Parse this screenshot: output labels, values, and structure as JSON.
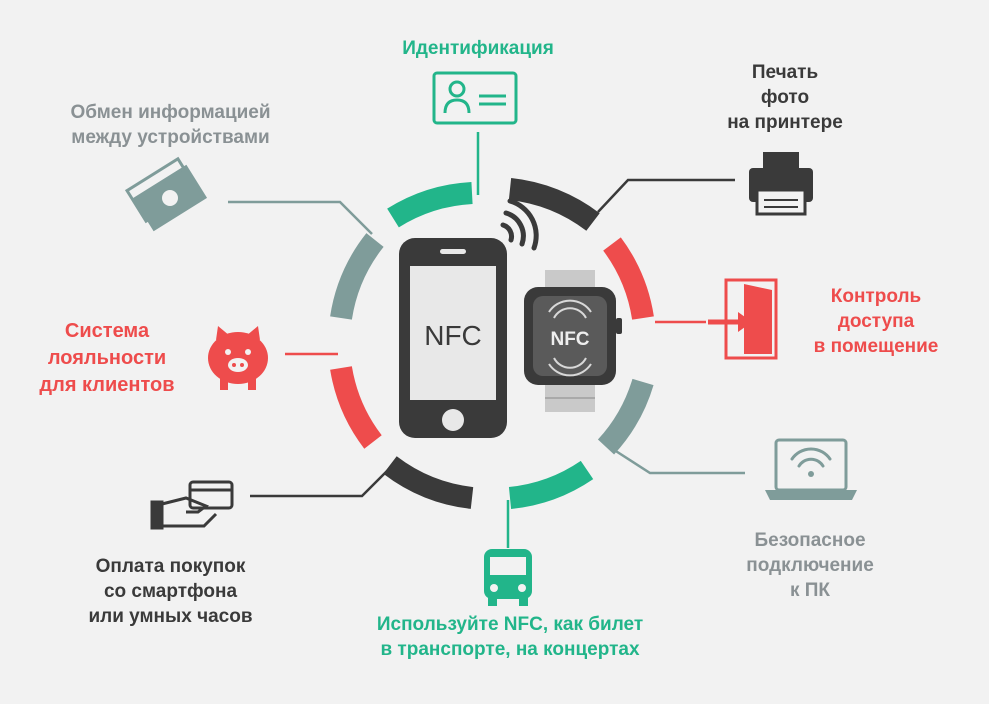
{
  "center": {
    "phone_label": "NFC",
    "watch_label": "NFC"
  },
  "labels": {
    "identification": "Идентификация",
    "photo_print": [
      "Печать",
      "фото",
      "на принтере"
    ],
    "info_exchange": [
      "Обмен информацией",
      "между устройствами"
    ],
    "access_control": [
      "Контроль",
      "доступа",
      "в помещение"
    ],
    "loyalty": [
      "Система",
      "лояльности",
      "для клиентов"
    ],
    "secure_pc": [
      "Безопасное",
      "подключение",
      "к ПК"
    ],
    "payment": [
      "Оплата покупок",
      "со смартфона",
      "или умных часов"
    ],
    "transport": [
      "Используйте NFC, как билет",
      "в транспорте, на концертах"
    ]
  },
  "colors": {
    "green": "#22b58a",
    "dark": "#3a3a3a",
    "red": "#ee4c4c",
    "grey": "#8a9194",
    "teal_grey": "#7f9c9a",
    "background": "#f2f2f2"
  },
  "icons": [
    "id-card-icon",
    "printer-icon",
    "money-exchange-icon",
    "access-door-icon",
    "piggy-bank-icon",
    "laptop-wifi-icon",
    "hand-card-icon",
    "bus-icon",
    "smartphone-icon",
    "smartwatch-icon",
    "nfc-waves-icon"
  ]
}
